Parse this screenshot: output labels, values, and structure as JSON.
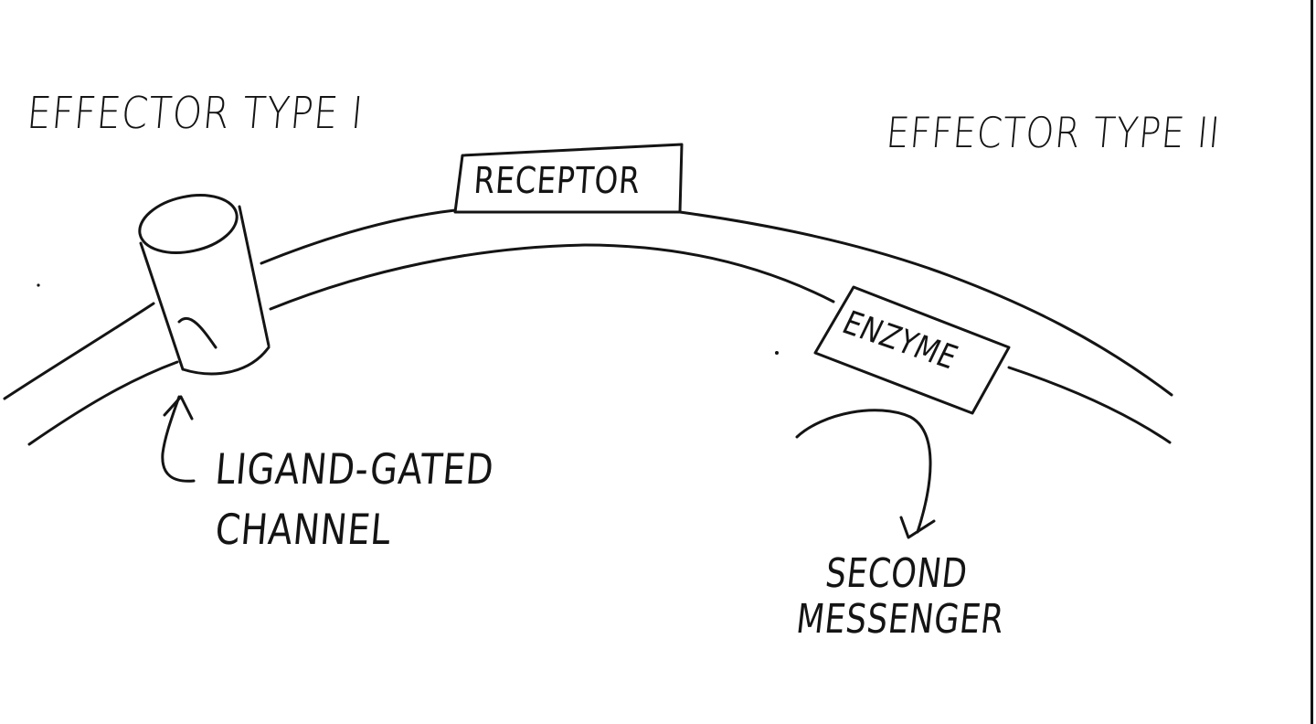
{
  "diagram": {
    "effector_type_1": "Effector Type I",
    "effector_type_2": "Effector Type II",
    "receptor": "Receptor",
    "enzyme": "Enzyme",
    "ligand_gated_line1": "Ligand-Gated",
    "ligand_gated_line2": "Channel",
    "second_messenger_line1": "Second",
    "second_messenger_line2": "Messenger"
  },
  "colors": {
    "ink": "#141414",
    "background": "#ffffff"
  }
}
